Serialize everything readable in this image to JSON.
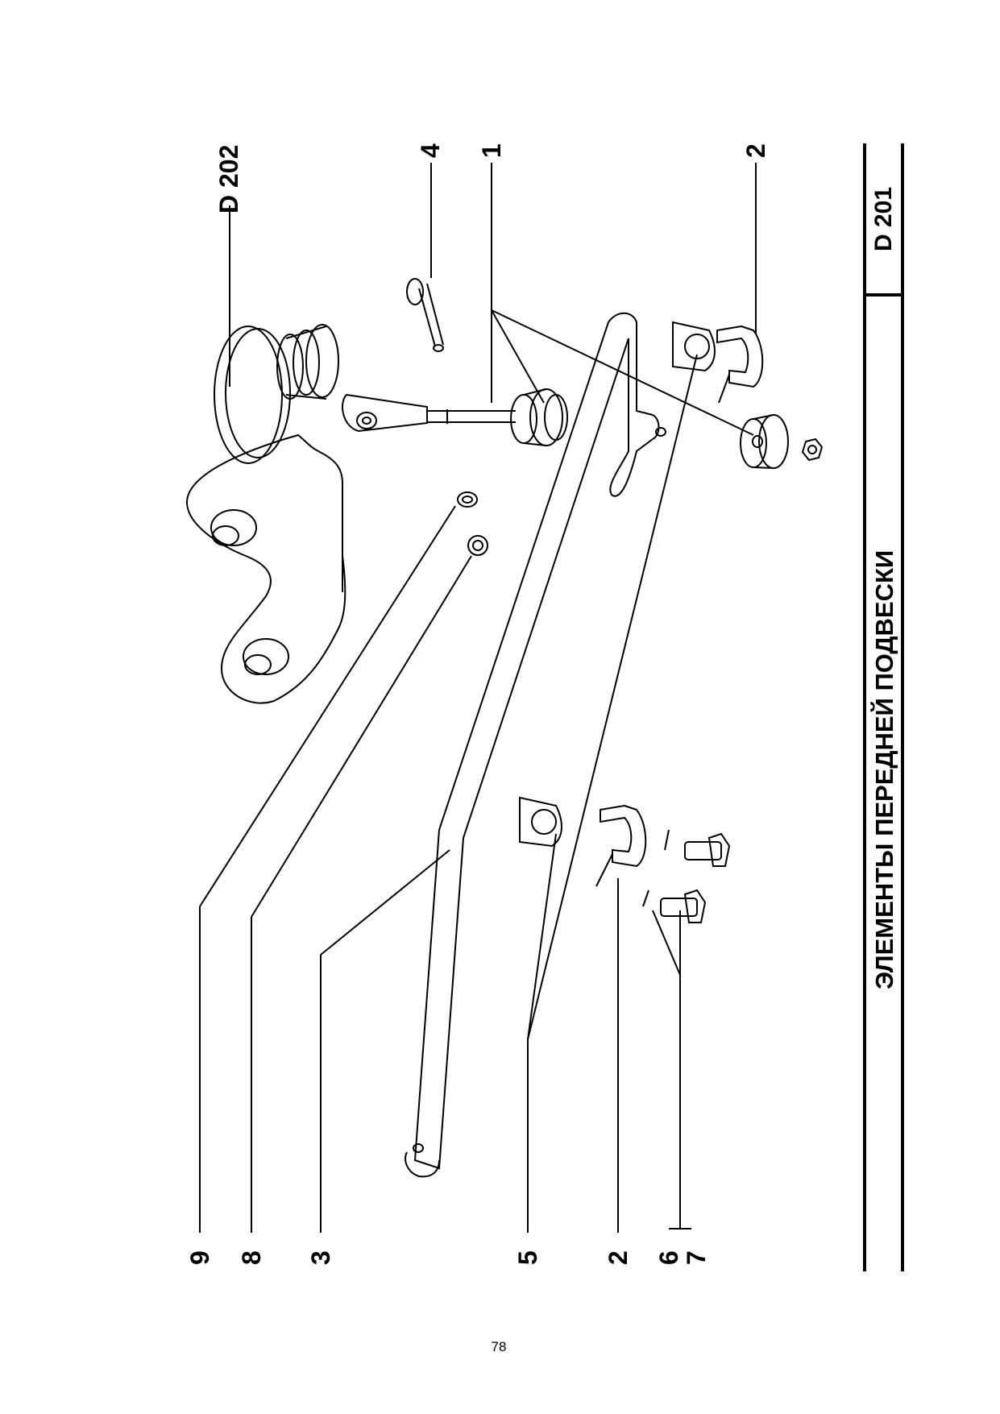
{
  "sheet": {
    "title": "ЭЛЕМЕНТЫ ПЕРЕДНЕЙ ПОДВЕСКИ",
    "code": "D 201",
    "reference_code": "D 202",
    "page_number": "78"
  },
  "callouts": {
    "c9": "9",
    "c8": "8",
    "c3": "3",
    "c5": "5",
    "c2_left": "2",
    "c6": "6",
    "c7": "7",
    "c4": "4",
    "c1": "1",
    "c2_right": "2"
  }
}
